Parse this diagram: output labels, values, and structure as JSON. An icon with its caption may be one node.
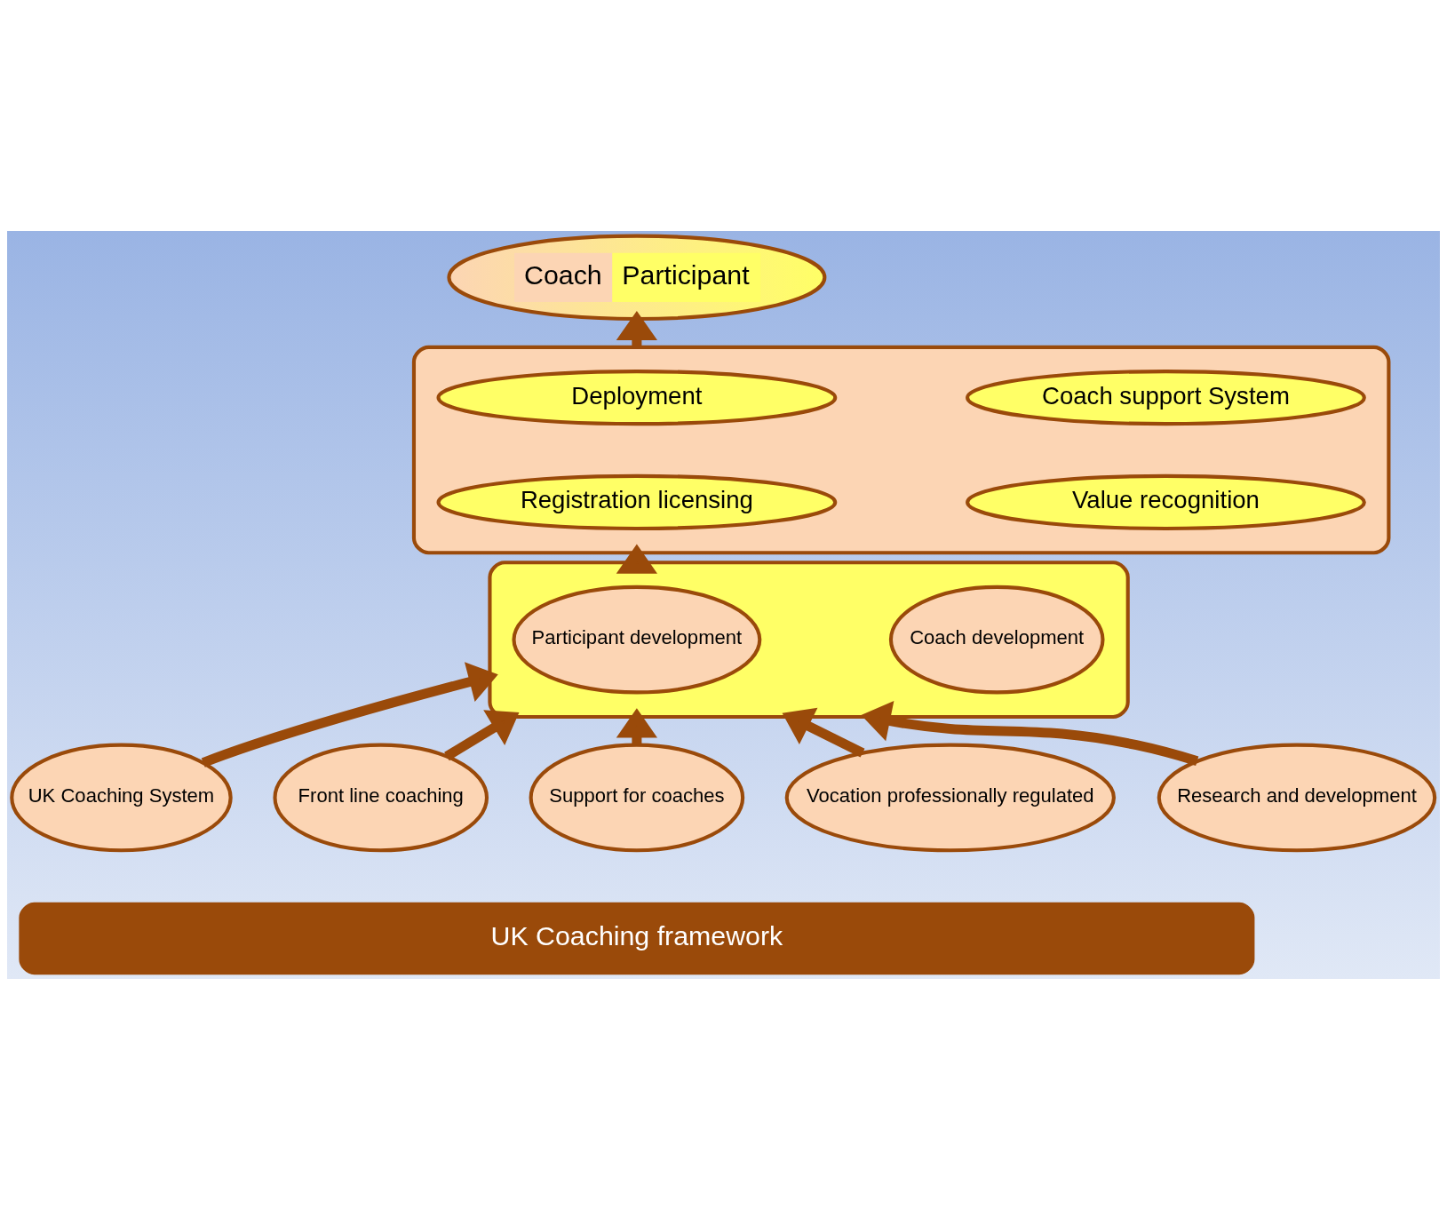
{
  "diagram": {
    "nodes": [
      {
        "text": [
          "Coach",
          "Participant"
        ]
      },
      {
        "text": [],
        "shape": "box"
      },
      {
        "text": [
          "Deployment"
        ],
        "in": 1
      },
      {
        "text": [
          "Coach support System"
        ],
        "in": 1
      },
      {
        "text": [
          "Registration licensing"
        ],
        "in": 1
      },
      {
        "text": [
          "Value recognition"
        ],
        "in": 1
      },
      {
        "text": [],
        "shape": "box"
      },
      {
        "text": [
          "Participant development"
        ],
        "in": 6
      },
      {
        "text": [
          "Coach development"
        ],
        "in": 6
      },
      {
        "text": [
          "UK Coaching System"
        ]
      },
      {
        "text": [
          "Front line coaching"
        ]
      },
      {
        "text": [
          "Support for coaches"
        ]
      },
      {
        "text": [
          "Vocation professionally regulated"
        ]
      },
      {
        "text": [
          "Research and development"
        ]
      },
      {
        "text": [
          "UK Coaching framework"
        ]
      }
    ],
    "edges": [
      {
        "from": 1,
        "to": 0,
        "arrow": "to"
      },
      {
        "from": 6,
        "to": 1,
        "arrow": "to"
      },
      {
        "from": 9,
        "to": 6,
        "arrow": "to"
      },
      {
        "from": 10,
        "to": 6,
        "arrow": "to"
      },
      {
        "from": 11,
        "to": 6,
        "arrow": "to"
      },
      {
        "from": 12,
        "to": 6,
        "arrow": "to"
      },
      {
        "from": 13,
        "to": 6,
        "arrow": "to"
      }
    ]
  }
}
